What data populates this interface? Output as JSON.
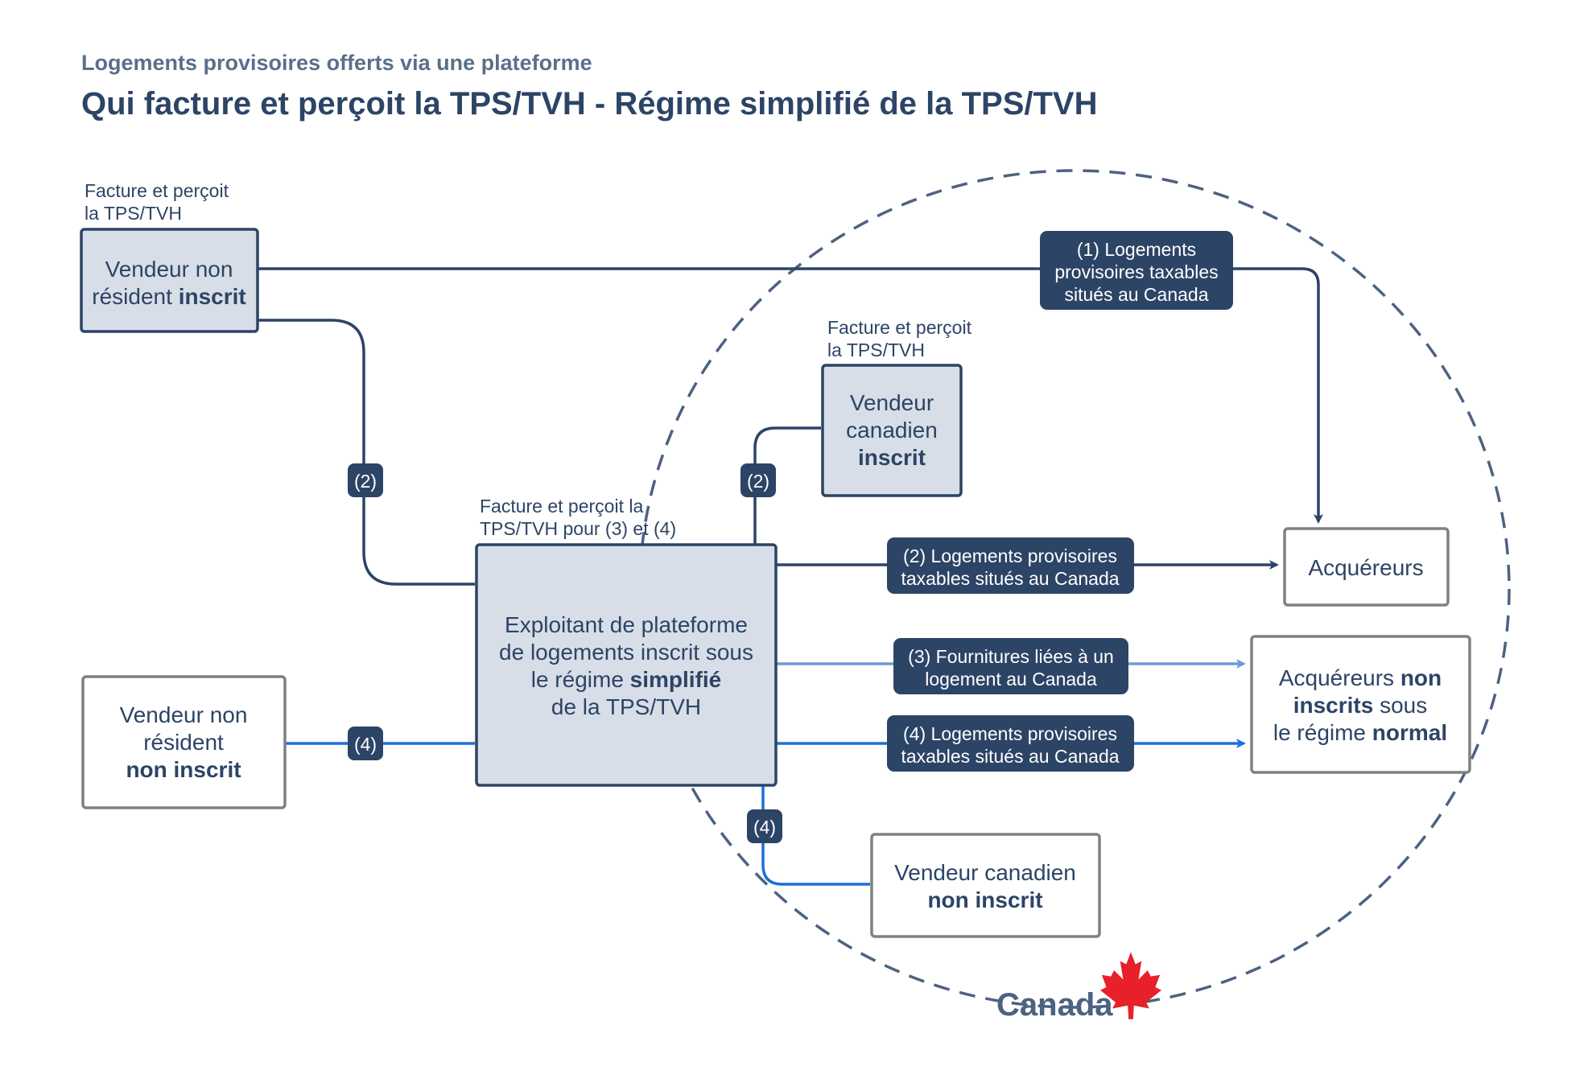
{
  "header": {
    "subtitle": "Logements provisoires offerts via une plateforme",
    "title": "Qui facture et perçoit la TPS/TVH - Régime simplifié de la TPS/TVH"
  },
  "notes": {
    "nonresident_registered": [
      "Facture et perçoit",
      "la TPS/TVH"
    ],
    "canadian_registered": [
      "Facture et perçoit",
      "la TPS/TVH"
    ],
    "platform": [
      "Facture et perçoit la",
      "TPS/TVH pour (3) et (4)"
    ]
  },
  "nodes": {
    "nonresident_registered": [
      [
        {
          "t": "Vendeur non"
        }
      ],
      [
        {
          "t": "résident "
        },
        {
          "t": "inscrit",
          "b": true
        }
      ]
    ],
    "canadian_registered": [
      [
        {
          "t": "Vendeur"
        }
      ],
      [
        {
          "t": "canadien"
        }
      ],
      [
        {
          "t": "inscrit",
          "b": true
        }
      ]
    ],
    "platform": [
      [
        {
          "t": "Exploitant de plateforme"
        }
      ],
      [
        {
          "t": "de logements inscrit sous"
        }
      ],
      [
        {
          "t": "le régime "
        },
        {
          "t": "simplifié",
          "b": true
        }
      ],
      [
        {
          "t": "de la TPS/TVH"
        }
      ]
    ],
    "acquirers": [
      [
        {
          "t": "Acquéreurs"
        }
      ]
    ],
    "acquirers_unregistered": [
      [
        {
          "t": "Acquéreurs "
        },
        {
          "t": "non",
          "b": true
        }
      ],
      [
        {
          "t": "inscrits",
          "b": true
        },
        {
          "t": " sous"
        }
      ],
      [
        {
          "t": "le régime "
        },
        {
          "t": "normal",
          "b": true
        }
      ]
    ],
    "nonresident_unregistered": [
      [
        {
          "t": "Vendeur non"
        }
      ],
      [
        {
          "t": "résident"
        }
      ],
      [
        {
          "t": "non inscrit",
          "b": true
        }
      ]
    ],
    "canadian_unregistered": [
      [
        {
          "t": "Vendeur canadien"
        }
      ],
      [
        {
          "t": "non inscrit",
          "b": true
        }
      ]
    ]
  },
  "edge_labels": {
    "supply_1": [
      "(1) Logements",
      "provisoires taxables",
      "situés au Canada"
    ],
    "supply_2": [
      "(2) Logements provisoires",
      "taxables situés au Canada"
    ],
    "supply_3": [
      "(3) Fournitures liées à un",
      "logement au Canada"
    ],
    "supply_4": [
      "(4) Logements provisoires",
      "taxables situés au Canada"
    ]
  },
  "badges": {
    "nonresident_registered": "(2)",
    "canadian_registered": "(2)",
    "nonresident_unregistered": "(4)",
    "canadian_unregistered": "(4)"
  },
  "region_label": "Canada",
  "colors": {
    "dark_navy": "#2c4466",
    "light_blue": "#6d9bd4",
    "bright_blue": "#1e6fd9",
    "registered_fill": "#d8dee7",
    "unregistered_border": "#808080",
    "maple_leaf": "#e8202a"
  }
}
